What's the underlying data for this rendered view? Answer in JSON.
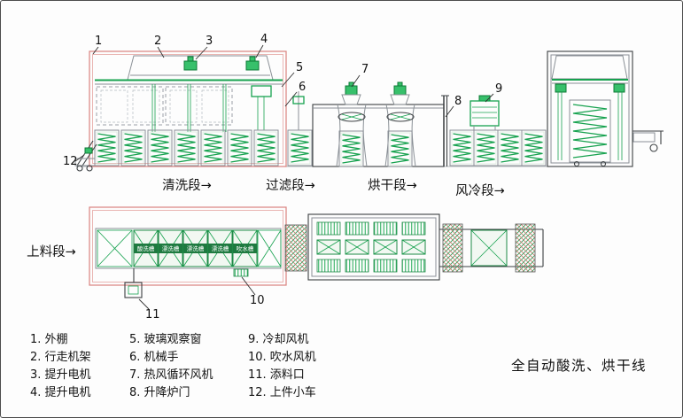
{
  "title": "全自动酸洗、烘干线",
  "section_labels": {
    "loading": "上料段→",
    "washing": "清洗段→",
    "filtering": "过滤段→",
    "drying": "烘干段→",
    "air_cooling": "风冷段→"
  },
  "plan_tanks": [
    "酸洗槽",
    "漂洗槽",
    "漂洗槽",
    "漂洗槽",
    "吹水槽"
  ],
  "callouts": {
    "c1": "1",
    "c2": "2",
    "c3": "3",
    "c4": "4",
    "c5": "5",
    "c6": "6",
    "c7": "7",
    "c8": "8",
    "c9": "9",
    "c10": "10",
    "c11": "11",
    "c12": "12"
  },
  "legend": [
    "1. 外棚",
    "2. 行走机架",
    "3. 提升电机",
    "4. 提升电机",
    "5. 玻璃观察窗",
    "6. 机械手",
    "7. 热风循环风机",
    "8. 升降炉门",
    "9. 冷却风机",
    "10. 吹水风机",
    "11. 添料口",
    "12. 上件小车"
  ],
  "colors": {
    "machine_green": "#17a24f",
    "bright_green_fill": "#37c06b",
    "shed_red": "#d9827f",
    "line_gray": "#8a9096",
    "text_black": "#111111",
    "hatch_red": "#c47a6a"
  }
}
